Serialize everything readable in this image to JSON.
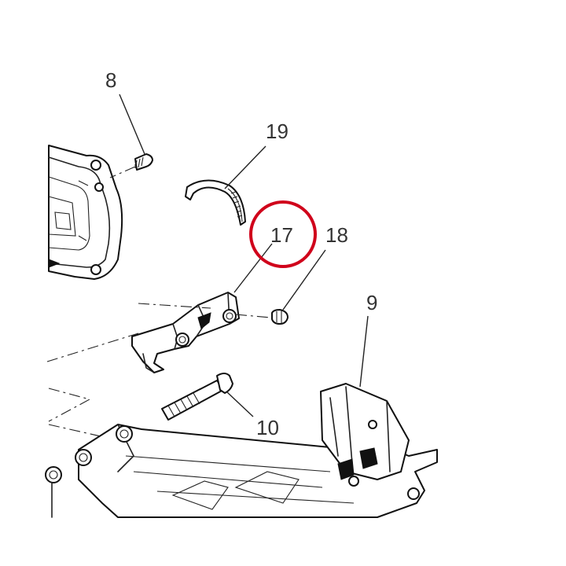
{
  "callouts": [
    {
      "id": "8",
      "label": "8"
    },
    {
      "id": "19",
      "label": "19"
    },
    {
      "id": "17",
      "label": "17"
    },
    {
      "id": "18",
      "label": "18"
    },
    {
      "id": "9",
      "label": "9"
    },
    {
      "id": "10",
      "label": "10"
    }
  ],
  "highlight": {
    "target": "17",
    "color": "#d0021b"
  }
}
